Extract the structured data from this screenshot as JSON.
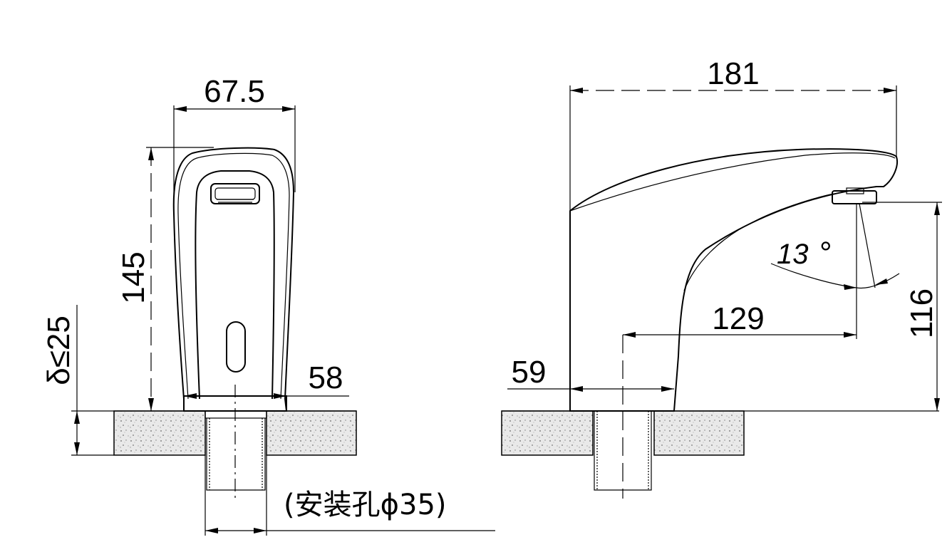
{
  "dimensions": {
    "front_width": "67.5",
    "front_height": "145",
    "front_base_width": "58",
    "deck_thickness": "δ≤25",
    "mounting_hole": "(安装孔ϕ35)",
    "side_length": "181",
    "side_spout_reach": "129",
    "side_base_depth": "59",
    "side_outlet_height": "116",
    "side_angle": "13",
    "degree_symbol": "°"
  }
}
